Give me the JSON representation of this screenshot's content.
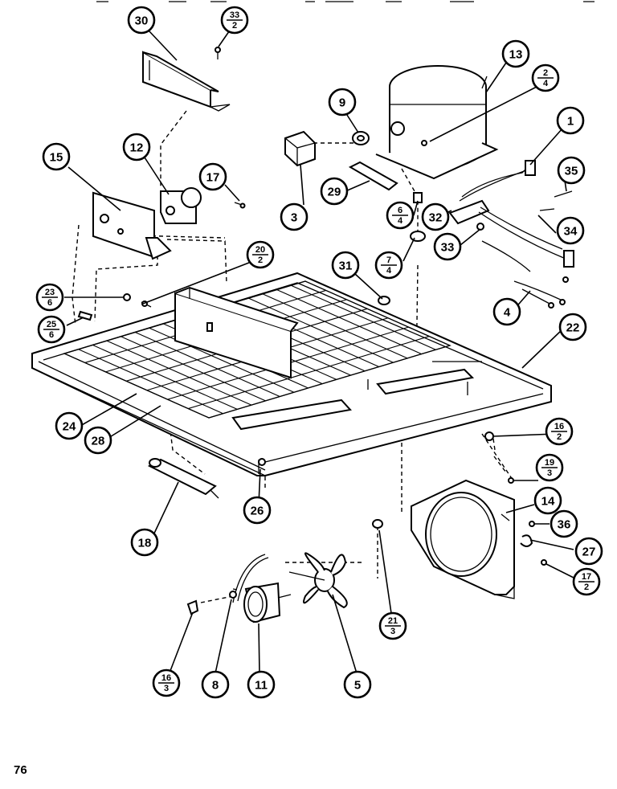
{
  "page_number": "76",
  "callouts": [
    {
      "id": "c30",
      "label": "30"
    },
    {
      "id": "c33-2",
      "label": "33",
      "sub": "2"
    },
    {
      "id": "c13",
      "label": "13"
    },
    {
      "id": "c2-4",
      "label": "2",
      "sub": "4"
    },
    {
      "id": "c9",
      "label": "9"
    },
    {
      "id": "c1",
      "label": "1"
    },
    {
      "id": "c15",
      "label": "15"
    },
    {
      "id": "c12",
      "label": "12"
    },
    {
      "id": "c17",
      "label": "17"
    },
    {
      "id": "c35",
      "label": "35"
    },
    {
      "id": "c29",
      "label": "29"
    },
    {
      "id": "c3",
      "label": "3"
    },
    {
      "id": "c6-4",
      "label": "6",
      "sub": "4"
    },
    {
      "id": "c32",
      "label": "32"
    },
    {
      "id": "c34",
      "label": "34"
    },
    {
      "id": "c33",
      "label": "33"
    },
    {
      "id": "c20-2",
      "label": "20",
      "sub": "2"
    },
    {
      "id": "c7-4",
      "label": "7",
      "sub": "4"
    },
    {
      "id": "c31",
      "label": "31"
    },
    {
      "id": "c23-6",
      "label": "23",
      "sub": "6"
    },
    {
      "id": "c25-6",
      "label": "25",
      "sub": "6"
    },
    {
      "id": "c4",
      "label": "4"
    },
    {
      "id": "c22",
      "label": "22"
    },
    {
      "id": "c24",
      "label": "24"
    },
    {
      "id": "c28",
      "label": "28"
    },
    {
      "id": "c16-2",
      "label": "16",
      "sub": "2"
    },
    {
      "id": "c19-3",
      "label": "19",
      "sub": "3"
    },
    {
      "id": "c26",
      "label": "26"
    },
    {
      "id": "c14",
      "label": "14"
    },
    {
      "id": "c18",
      "label": "18"
    },
    {
      "id": "c36",
      "label": "36"
    },
    {
      "id": "c27",
      "label": "27"
    },
    {
      "id": "c17-2",
      "label": "17",
      "sub": "2"
    },
    {
      "id": "c21-3",
      "label": "21",
      "sub": "3"
    },
    {
      "id": "c16-3",
      "label": "16",
      "sub": "3"
    },
    {
      "id": "c8",
      "label": "8"
    },
    {
      "id": "c11",
      "label": "11"
    },
    {
      "id": "c5",
      "label": "5"
    }
  ]
}
